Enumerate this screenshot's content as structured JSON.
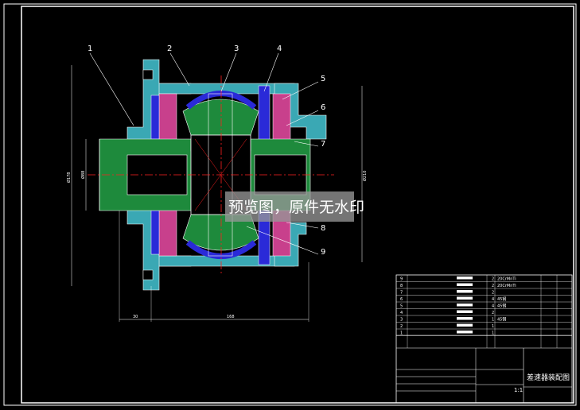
{
  "drawing": {
    "title": "差速器装配图",
    "scale": "1:1",
    "watermark": "预览图，原件无水印"
  },
  "callouts": [
    "1",
    "2",
    "3",
    "4",
    "5",
    "6",
    "7",
    "8",
    "9"
  ],
  "dimensions": {
    "width_left": "30",
    "width_total": "168",
    "dia_left_1": "Ø178",
    "dia_left_2": "Ø88",
    "dia_right": "Ø210"
  },
  "bom": {
    "rows": [
      {
        "no": "9",
        "qty": "2",
        "mat": "20CrMnTi"
      },
      {
        "no": "8",
        "qty": "2",
        "mat": "20CrMnTi"
      },
      {
        "no": "7",
        "qty": "2",
        "mat": ""
      },
      {
        "no": "6",
        "qty": "4",
        "mat": "45钢"
      },
      {
        "no": "5",
        "qty": "4",
        "mat": "45钢"
      },
      {
        "no": "4",
        "qty": "2",
        "mat": ""
      },
      {
        "no": "3",
        "qty": "1",
        "mat": "45钢"
      },
      {
        "no": "2",
        "qty": "1",
        "mat": ""
      },
      {
        "no": "1",
        "qty": "1",
        "mat": ""
      }
    ]
  },
  "colors": {
    "line": "#ffffff",
    "housing": "#3aa8b4",
    "gear": "#1e8a3c",
    "blue": "#2a2ad8",
    "friction": "#c8408c",
    "center": "#ff2020",
    "dim": "#ffffff"
  }
}
